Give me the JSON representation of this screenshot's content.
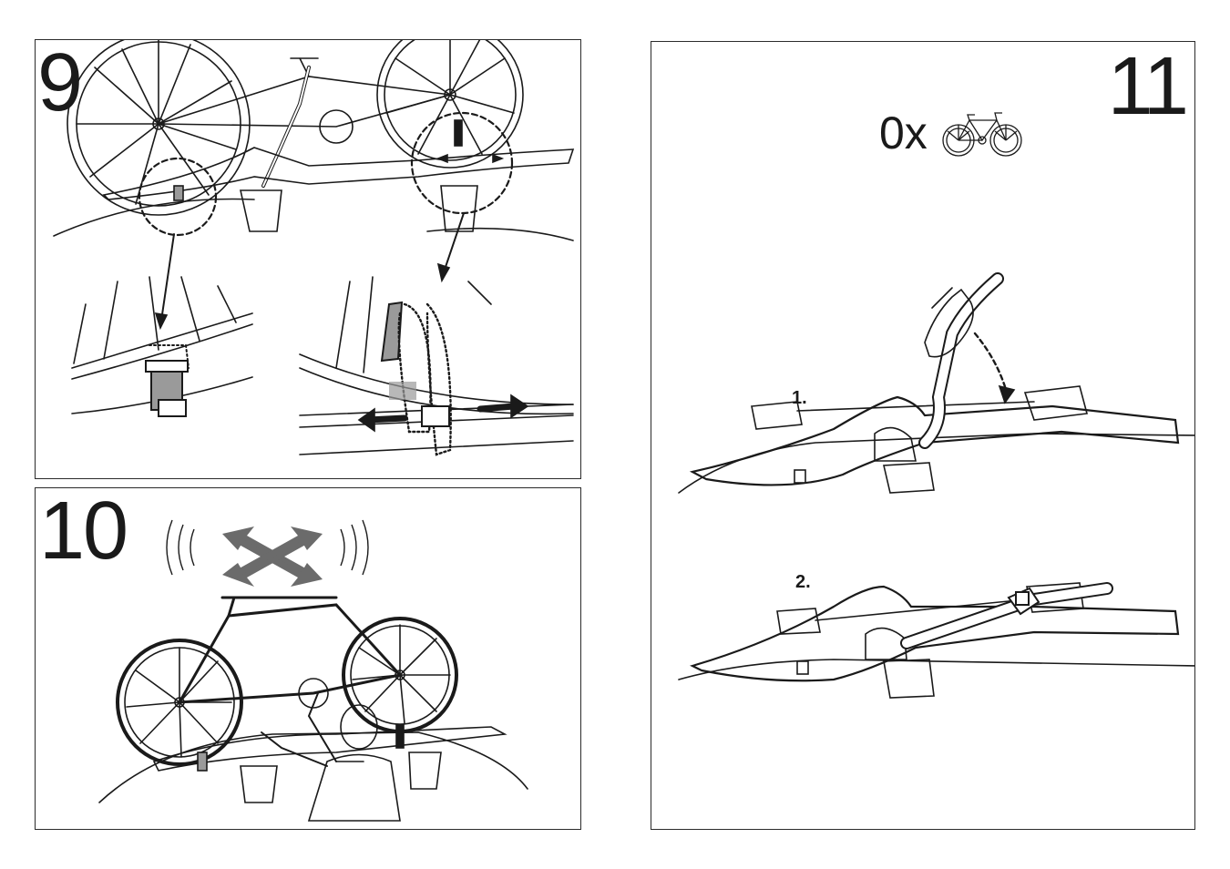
{
  "steps": {
    "step9": {
      "number": "9"
    },
    "step10": {
      "number": "10"
    },
    "step11": {
      "number": "11",
      "quantity_text": "0x",
      "quantity_icon": "bicycle-icon",
      "sub_step_1": "1.",
      "sub_step_2": "2."
    }
  },
  "colors": {
    "line": "#1a1a1a",
    "strap_gray": "#9a9a9a",
    "arrow_gray": "#6b6b6b"
  }
}
